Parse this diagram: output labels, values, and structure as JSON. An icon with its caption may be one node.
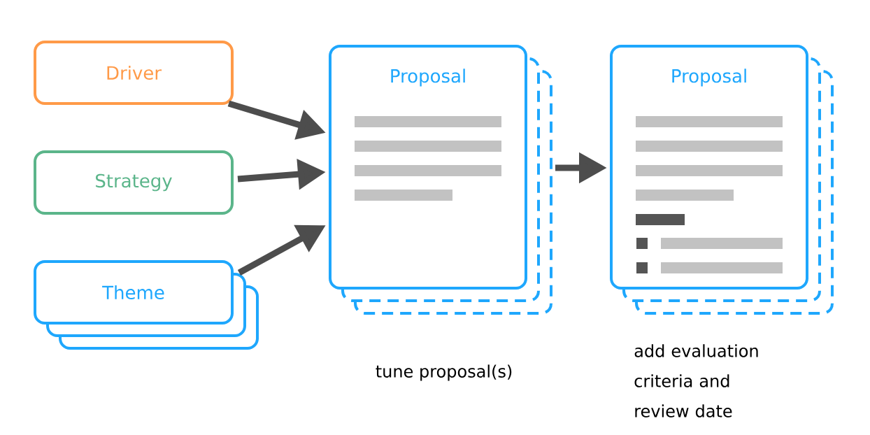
{
  "diagram": {
    "nodes": [
      {
        "text": [
          "Driver"
        ]
      },
      {
        "text": [
          "Strategy"
        ]
      },
      {
        "text": [
          "Theme"
        ]
      },
      {
        "text": [
          "Proposal"
        ],
        "beside": [
          "tune proposal(s)"
        ]
      },
      {
        "text": [
          "Proposal"
        ],
        "beside": [
          "add evaluation criteria and review date"
        ]
      }
    ],
    "edges": [
      {
        "from": 0,
        "to": 3,
        "arrow": "to"
      },
      {
        "from": 1,
        "to": 3,
        "arrow": "to"
      },
      {
        "from": 2,
        "to": 3,
        "arrow": "to"
      },
      {
        "from": 3,
        "to": 4,
        "arrow": "to"
      }
    ]
  }
}
